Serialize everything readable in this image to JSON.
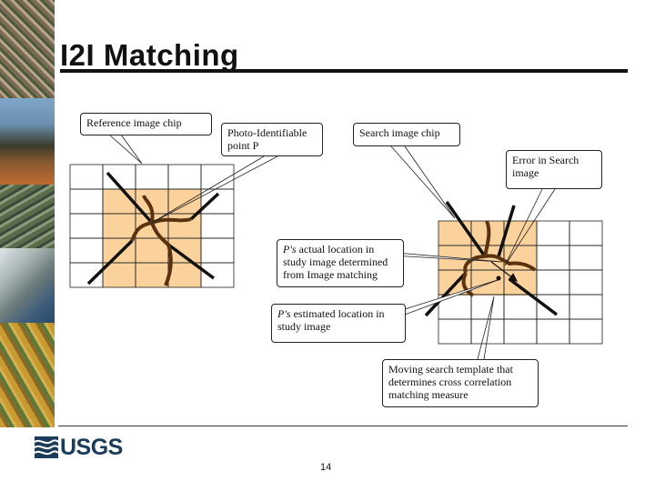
{
  "slide": {
    "title": "I2I Matching",
    "page_number": "14"
  },
  "logo": {
    "text": "USGS",
    "icon": "usgs-wave-icon"
  },
  "callouts": {
    "reference_chip": "Reference image chip",
    "photo_identifiable_line1": "Photo-Identifiable",
    "photo_identifiable_line2": "point P",
    "search_chip": "Search image chip",
    "error_in_search": "Error in Search image",
    "actual_location_line1_italic": "P's",
    "actual_location_line1_rest": " actual location in",
    "actual_location_line2": "study image determined",
    "actual_location_line3": "from Image matching",
    "estimated_location_line1_italic": "P's",
    "estimated_location_line1_rest": " estimated location in",
    "estimated_location_line2": "study image",
    "moving_template_line1": "Moving search template that",
    "moving_template_line2": "determines cross correlation",
    "moving_template_line3": "matching measure"
  },
  "colors": {
    "highlight": "#fbd29c",
    "road": "#5a3210",
    "line_black": "#111111"
  }
}
